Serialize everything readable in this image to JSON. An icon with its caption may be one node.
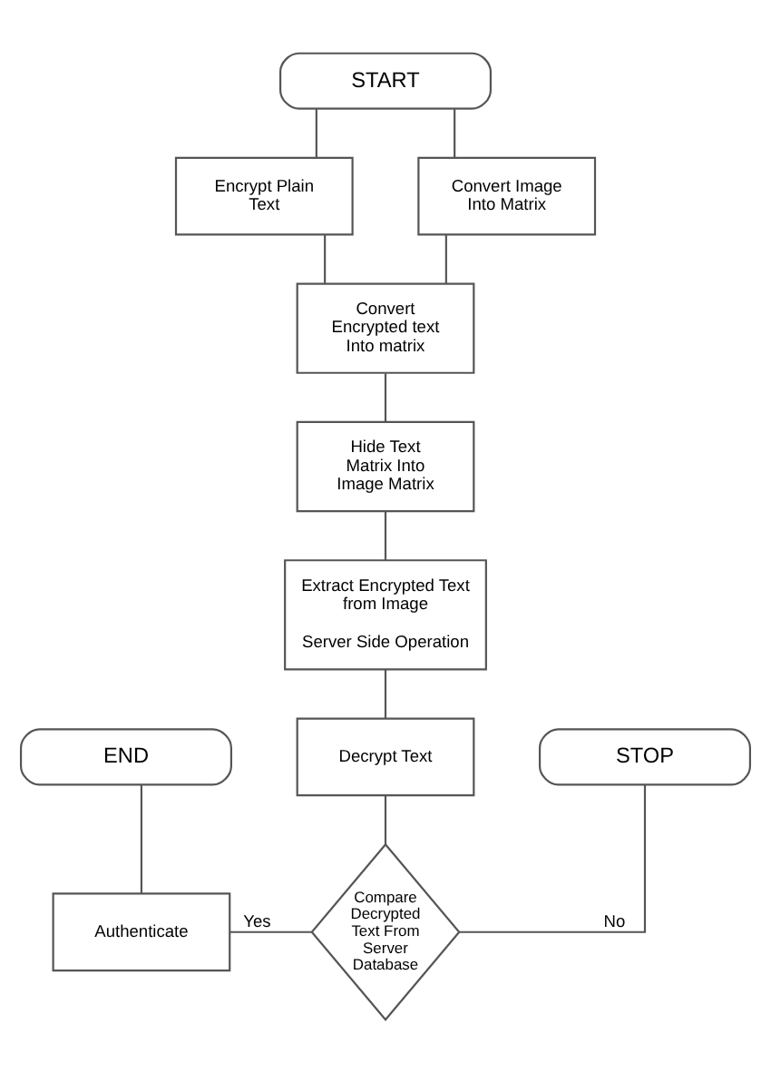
{
  "diagram": {
    "nodes": [
      {
        "text": [
          "START"
        ]
      },
      {
        "text": [
          "Encrypt Plain Text"
        ]
      },
      {
        "text": [
          "Convert Image Into Matrix"
        ]
      },
      {
        "text": [
          "Convert Encrypted text Into matrix"
        ]
      },
      {
        "text": [
          "Hide Text Matrix Into Image Matrix"
        ]
      },
      {
        "text": [
          "Extract Encrypted Text from Image",
          "Server Side Operation"
        ]
      },
      {
        "text": [
          "END"
        ]
      },
      {
        "text": [
          "Decrypt Text"
        ]
      },
      {
        "text": [
          "STOP"
        ]
      },
      {
        "text": [
          "Authenticate"
        ]
      },
      {
        "text": [
          "Compare Decrypted Text From Server Database"
        ]
      }
    ],
    "edges": [
      {
        "from": 0,
        "to": 1,
        "arrow": "none"
      },
      {
        "from": 0,
        "to": 2,
        "arrow": "none"
      },
      {
        "from": 1,
        "to": 3,
        "arrow": "none"
      },
      {
        "from": 2,
        "to": 3,
        "arrow": "none"
      },
      {
        "from": 3,
        "to": 4,
        "arrow": "none"
      },
      {
        "from": 4,
        "to": 5,
        "arrow": "none"
      },
      {
        "from": 5,
        "to": 7,
        "arrow": "none"
      },
      {
        "from": 7,
        "to": 10,
        "arrow": "none"
      },
      {
        "from": 10,
        "to": 9,
        "label": "Yes",
        "arrow": "none"
      },
      {
        "from": 9,
        "to": 6,
        "arrow": "none"
      },
      {
        "from": 10,
        "to": 8,
        "label": "No",
        "arrow": "none"
      }
    ]
  }
}
